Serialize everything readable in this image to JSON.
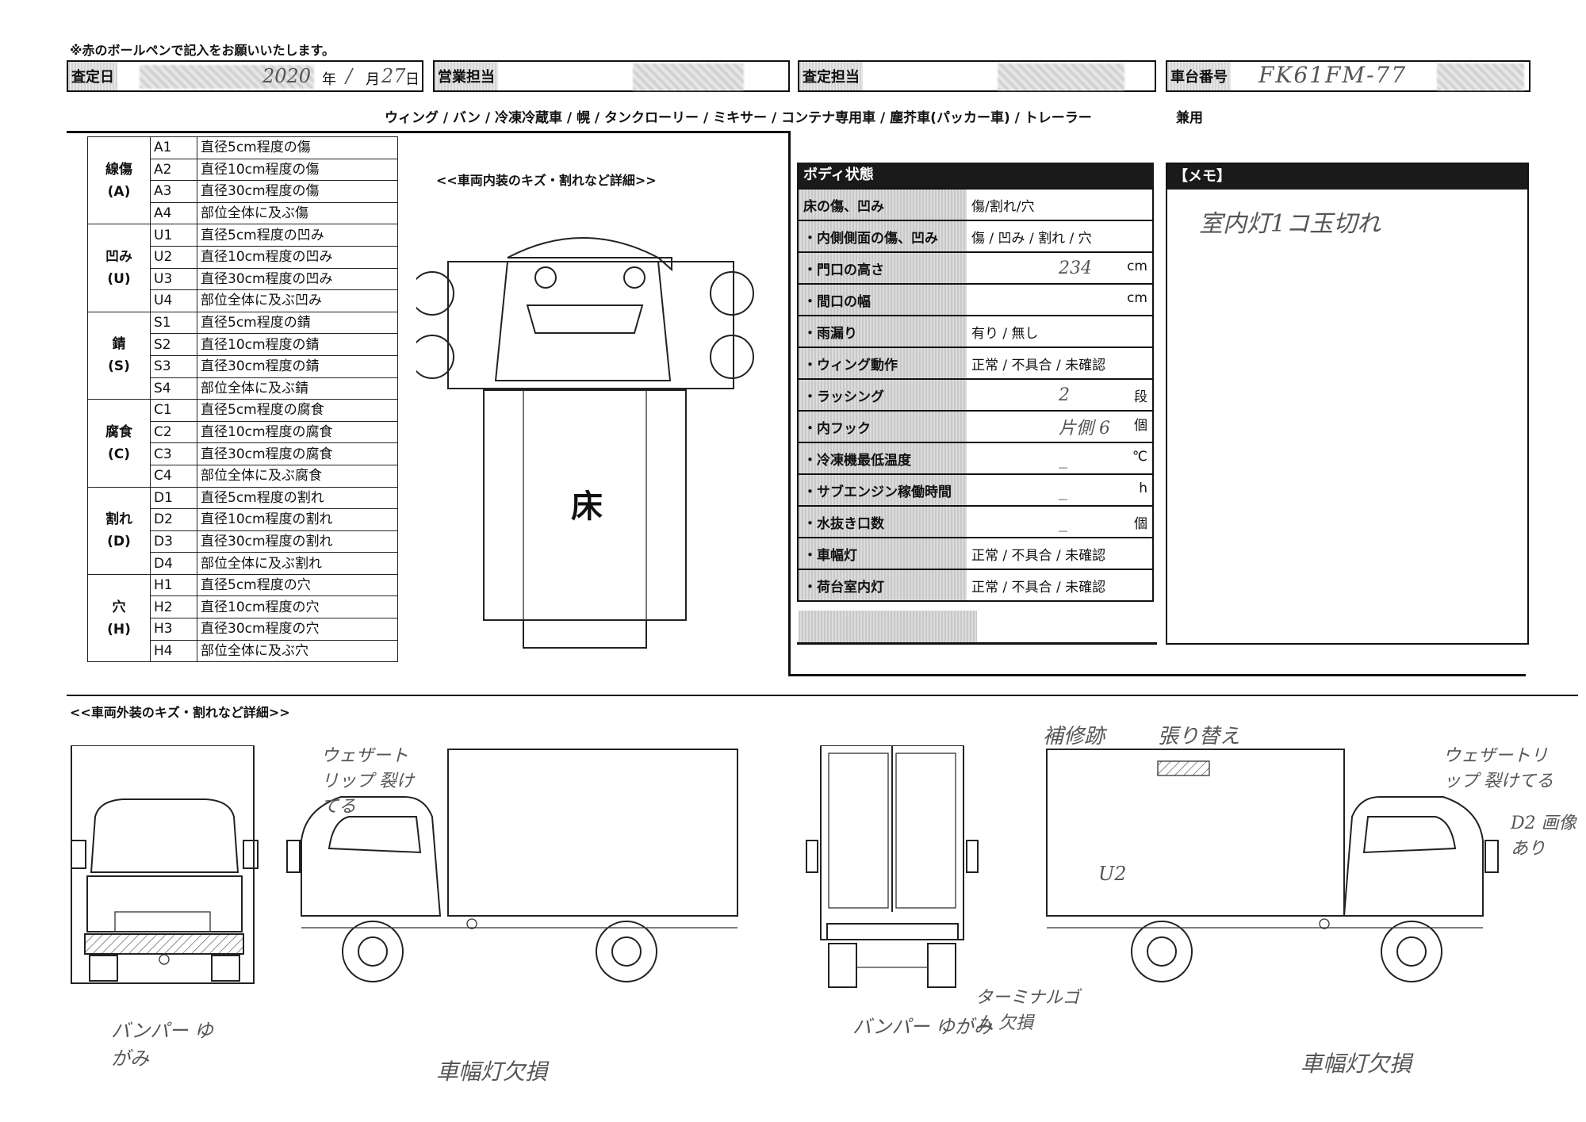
{
  "note": "※赤のボールペンで記入をお願いいたします。",
  "header": {
    "date_label": "査定日",
    "date_year": "2020",
    "date_year_unit": "年",
    "date_month": "/",
    "date_month_unit": "月",
    "date_day": "27",
    "date_day_unit": "日",
    "sales_label": "営業担当",
    "assessor_label": "査定担当",
    "chassis_label": "車台番号",
    "chassis_value": "FK61FM-77"
  },
  "body_types": "ウィング / バン / 冷凍冷蔵車 / 幌 / タンクローリー / ミキサー / コンテナ専用車 / 塵芥車(パッカー車) / トレーラー",
  "body_types_extra": "兼用",
  "defects": [
    {
      "category": "線傷",
      "code_letter": "(A)",
      "rows": [
        {
          "code": "A1",
          "desc": "直径5cm程度の傷"
        },
        {
          "code": "A2",
          "desc": "直径10cm程度の傷"
        },
        {
          "code": "A3",
          "desc": "直径30cm程度の傷"
        },
        {
          "code": "A4",
          "desc": "部位全体に及ぶ傷"
        }
      ]
    },
    {
      "category": "凹み",
      "code_letter": "(U)",
      "rows": [
        {
          "code": "U1",
          "desc": "直径5cm程度の凹み"
        },
        {
          "code": "U2",
          "desc": "直径10cm程度の凹み"
        },
        {
          "code": "U3",
          "desc": "直径30cm程度の凹み"
        },
        {
          "code": "U4",
          "desc": "部位全体に及ぶ凹み"
        }
      ]
    },
    {
      "category": "錆",
      "code_letter": "(S)",
      "rows": [
        {
          "code": "S1",
          "desc": "直径5cm程度の錆"
        },
        {
          "code": "S2",
          "desc": "直径10cm程度の錆"
        },
        {
          "code": "S3",
          "desc": "直径30cm程度の錆"
        },
        {
          "code": "S4",
          "desc": "部位全体に及ぶ錆"
        }
      ]
    },
    {
      "category": "腐食",
      "code_letter": "(C)",
      "rows": [
        {
          "code": "C1",
          "desc": "直径5cm程度の腐食"
        },
        {
          "code": "C2",
          "desc": "直径10cm程度の腐食"
        },
        {
          "code": "C3",
          "desc": "直径30cm程度の腐食"
        },
        {
          "code": "C4",
          "desc": "部位全体に及ぶ腐食"
        }
      ]
    },
    {
      "category": "割れ",
      "code_letter": "(D)",
      "rows": [
        {
          "code": "D1",
          "desc": "直径5cm程度の割れ"
        },
        {
          "code": "D2",
          "desc": "直径10cm程度の割れ"
        },
        {
          "code": "D3",
          "desc": "直径30cm程度の割れ"
        },
        {
          "code": "D4",
          "desc": "部位全体に及ぶ割れ"
        }
      ]
    },
    {
      "category": "穴",
      "code_letter": "(H)",
      "rows": [
        {
          "code": "H1",
          "desc": "直径5cm程度の穴"
        },
        {
          "code": "H2",
          "desc": "直径10cm程度の穴"
        },
        {
          "code": "H3",
          "desc": "直径30cm程度の穴"
        },
        {
          "code": "H4",
          "desc": "部位全体に及ぶ穴"
        }
      ]
    }
  ],
  "interior": {
    "title": "<<車両内装のキズ・割れなど詳細>>",
    "floor_label": "床"
  },
  "body_status": {
    "title": "ボディ状態",
    "rows": [
      {
        "label": "床の傷、凹み",
        "value": "傷/割れ/穴"
      },
      {
        "label": "・内側側面の傷、凹み",
        "value": "傷 / 凹み / 割れ / 穴"
      },
      {
        "label": "・門口の高さ",
        "value": "234",
        "unit": "cm"
      },
      {
        "label": "・間口の幅",
        "value": "",
        "unit": "cm"
      },
      {
        "label": "・雨漏り",
        "value": "有り / 無し"
      },
      {
        "label": "・ウィング動作",
        "value": "正常 / 不具合 / 未確認"
      },
      {
        "label": "・ラッシング",
        "value": "2",
        "unit": "段"
      },
      {
        "label": "・内フック",
        "value": "片側  6",
        "unit": "個"
      },
      {
        "label": "・冷凍機最低温度",
        "value": "_",
        "unit": "℃"
      },
      {
        "label": "・サブエンジン稼働時間",
        "value": "_",
        "unit": "h"
      },
      {
        "label": "・水抜き口数",
        "value": "_",
        "unit": "個"
      },
      {
        "label": "・車幅灯",
        "value": "正常 / 不具合 / 未確認"
      },
      {
        "label": "・荷台室内灯",
        "value": "正常 / 不具合 / 未確認"
      }
    ]
  },
  "memo": {
    "title": "【メモ】",
    "text": "室内灯1コ玉切れ"
  },
  "exterior": {
    "title": "<<車両外装のキズ・割れなど詳細>>",
    "notes": {
      "front_bumper": "バンパー ゆがみ",
      "weatherstrip_left": "ウェザートリップ 裂けてる",
      "side_lamp_left": "車幅灯欠損",
      "rear_bumper": "バンパー ゆがみ",
      "terminal_rubber": "ターミナルゴム 欠損",
      "repair_mark": "補修跡",
      "replaced": "張り替え",
      "u2": "U2",
      "weatherstrip_right": "ウェザートリップ 裂けてる",
      "d2": "D2 画像あり",
      "side_lamp_right": "車幅灯欠損"
    }
  }
}
